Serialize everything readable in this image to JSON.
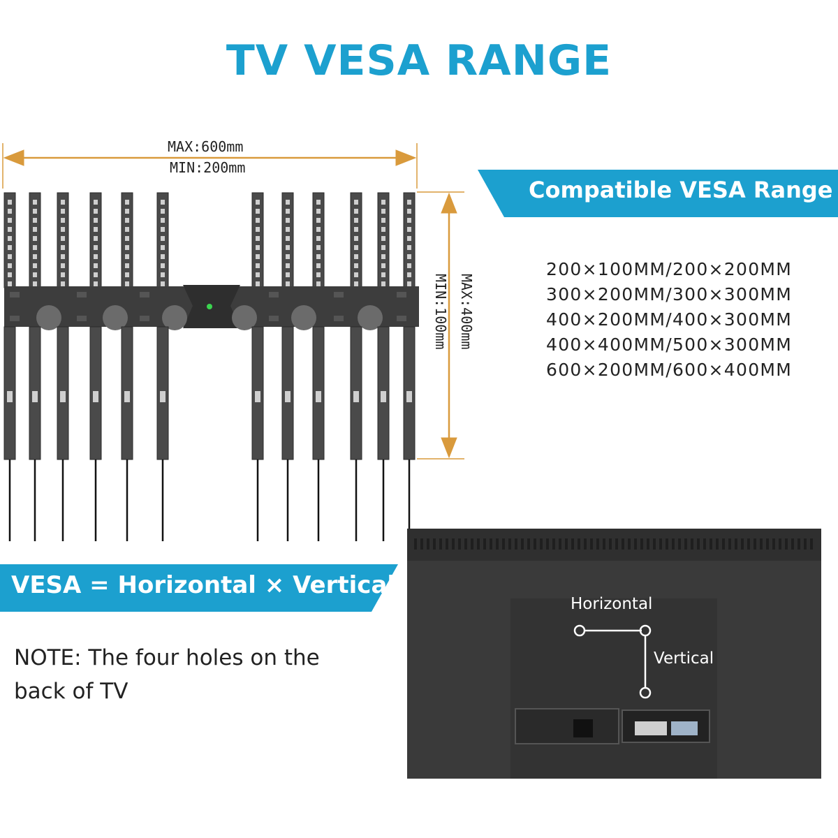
{
  "title": "TV VESA RANGE",
  "dimensions": {
    "horizontal_max": "MAX:600mm",
    "horizontal_min": "MIN:200mm",
    "vertical_max": "MAX:400mm",
    "vertical_min": "MIN:100mm"
  },
  "compatible": {
    "heading": "Compatible VESA Range",
    "sizes": [
      "200×100MM/200×200MM",
      "300×200MM/300×300MM",
      "400×200MM/400×300MM",
      "400×400MM/500×300MM",
      "600×200MM/600×400MM"
    ]
  },
  "formula": "VESA = Horizontal × Vertical",
  "note": "NOTE: The four holes on the back of TV",
  "tv_back": {
    "horizontal": "Horizontal",
    "vertical": "Vertical"
  },
  "colors": {
    "accent_blue": "#1ca0cf",
    "dimension_orange": "#d99a3c",
    "metal_dark": "#3d3d3d",
    "tv_body": "#3a3a3a"
  }
}
